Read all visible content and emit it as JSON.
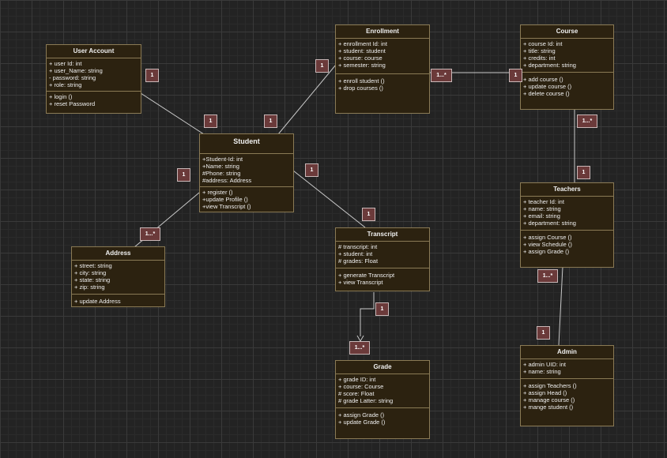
{
  "colors": {
    "canvas": "#232323",
    "class_fill": "#2c2210",
    "class_border": "#8a7a55",
    "multiplicity_fill": "#6b3a3a",
    "connector": "#c8c8c8"
  },
  "classes": {
    "user_account": {
      "name": "User Account",
      "attributes": [
        "+ user Id: int",
        "+ user_Name: string",
        "- password: string",
        "+ role: string"
      ],
      "methods": [
        "+ login ()",
        "+ reset Password"
      ]
    },
    "student": {
      "name": "Student",
      "attributes": [
        "+Student-Id: int",
        "+Name: string",
        "#Phone: string",
        "#address: Address"
      ],
      "methods": [
        "+ register ()",
        "+update Profile ()",
        "+view Transcript ()"
      ]
    },
    "enrollment": {
      "name": "Enrollment",
      "attributes": [
        "+ enrollment Id: int",
        "+ student: student",
        "+ course: course",
        "+ semester: string"
      ],
      "methods": [
        "+ enroll student ()",
        "+ drop courses ()"
      ]
    },
    "course": {
      "name": "Course",
      "attributes": [
        "+ course Id: int",
        "+ title: string",
        "+ credits: int",
        "+ department: string"
      ],
      "methods": [
        "+ add course ()",
        "+ update course ()",
        "+ delete course ()"
      ]
    },
    "teachers": {
      "name": "Teachers",
      "attributes": [
        "+ teacher Id: int",
        "+ name: string",
        "+ email: string",
        "+ department: string"
      ],
      "methods": [
        "+ assign Course ()",
        "+ view Schedule ()",
        "+ assign Grade ()"
      ]
    },
    "address": {
      "name": "Address",
      "attributes": [
        "+ street: string",
        "+ city: string",
        "+ state: string",
        "+ zip: string"
      ],
      "methods": [
        "+ update Address"
      ]
    },
    "transcript": {
      "name": "Transcript",
      "attributes": [
        "# transcript: int",
        "+ student: int",
        "# grades: Float"
      ],
      "methods": [
        "+ generate Transcript",
        "+ view Transcript"
      ]
    },
    "grade": {
      "name": "Grade",
      "attributes": [
        "+ grade ID: int",
        "+ course: Course",
        "# score: Float",
        "# grade Latter: string"
      ],
      "methods": [
        "+ assign Grade ()",
        "+ update Grade ()"
      ]
    },
    "admin": {
      "name": "Admin",
      "attributes": [
        "+ admin UID: int",
        "+ name: string"
      ],
      "methods": [
        "+ assign Teachers ()",
        "+ assign Head ()",
        "+ manage course ()",
        "+ mange student ()"
      ]
    }
  },
  "multiplicities": {
    "ua_side": "1",
    "student_ua_side": "1",
    "student_enr_side": "1",
    "enr_student_side": "1",
    "enr_course_side": "1...*",
    "course_enr_side": "1",
    "course_teach_side": "1...*",
    "teach_course_side": "1",
    "student_addr_side": "1",
    "addr_side": "1...*",
    "student_trans_side": "1",
    "trans_student_side": "1",
    "trans_grade_side": "1",
    "grade_side": "1...*",
    "teach_admin_side": "1...*",
    "admin_side": "1"
  }
}
